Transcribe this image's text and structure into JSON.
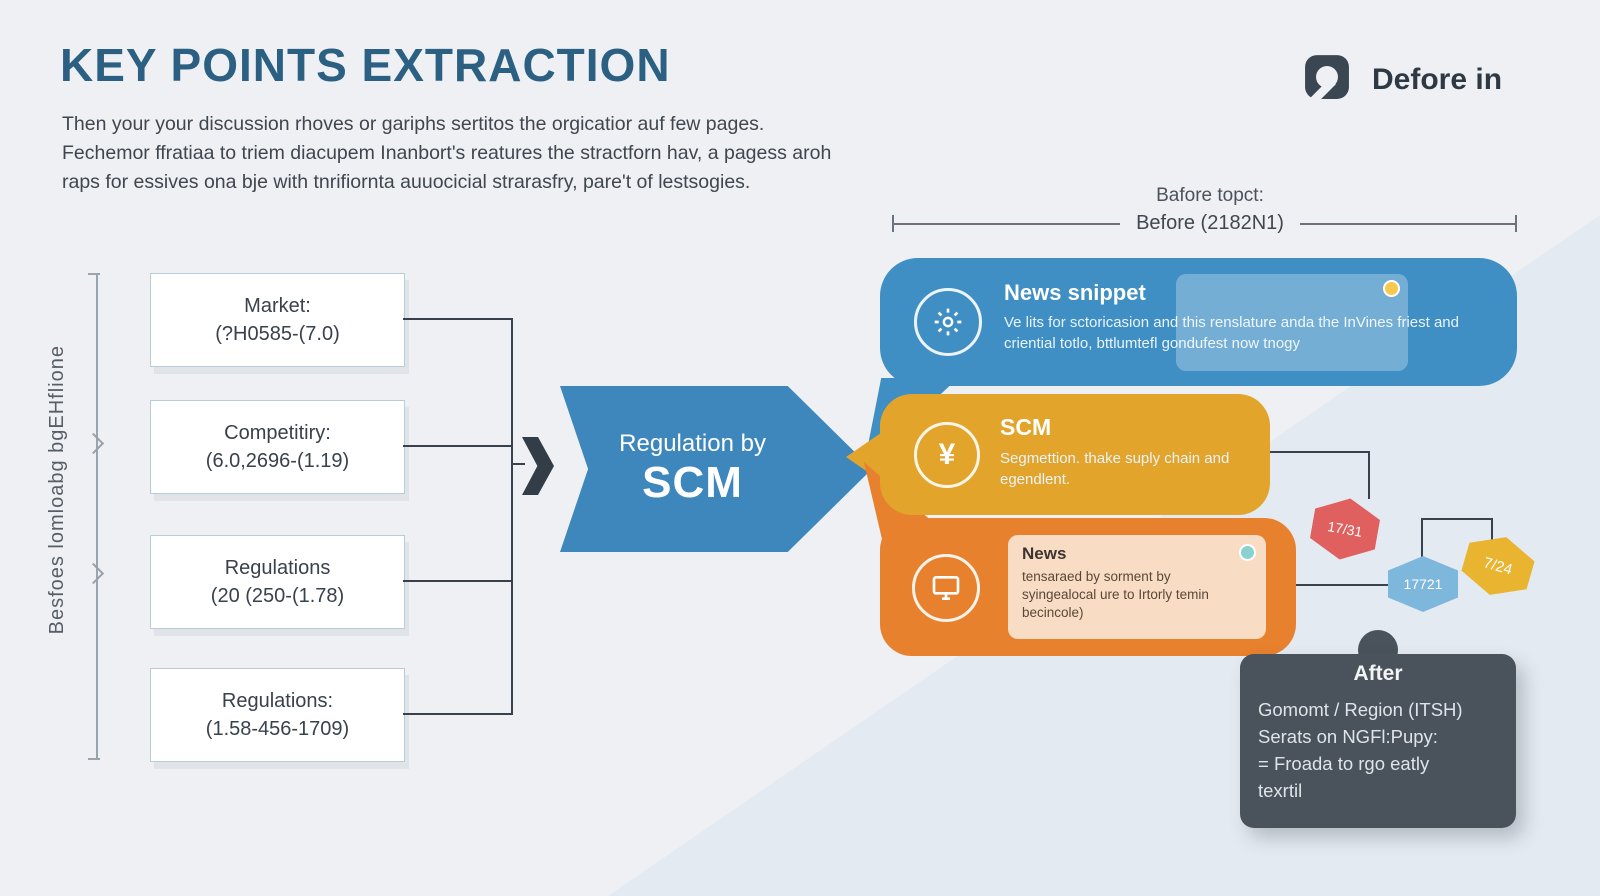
{
  "header": {
    "title": "KEY POINTS EXTRACTION",
    "intro": {
      "line1": "Then your your discussion rhoves or gariphs sertitos the orgicatior auf few pages.",
      "line2": "Fechemor ffratiaa to triem diacupem Inanbort's reatures the stractforn hav, a pagess aroh",
      "line3": "raps for essives ona bje with tnrifiornta auuocicial strarasfry, pare't of lestsogies."
    },
    "logo_text": "Defore in"
  },
  "left_panel": {
    "axis_label": "Besfoes lomloabg bgEHflione",
    "boxes": [
      {
        "title": "Market:",
        "value": "(?H0585-(7.0)"
      },
      {
        "title": "Competitiry:",
        "value": "(6.0,2696-(1.19)"
      },
      {
        "title": "Regulations",
        "value": "(20 (250-(1.78)"
      },
      {
        "title": "Regulations:",
        "value": "(1.58-456-1709)"
      }
    ]
  },
  "center_arrow": {
    "line1": "Regulation by",
    "line2": "SCM"
  },
  "before_label": {
    "line1": "Bafore topct:",
    "line2": "Before (2182N1)"
  },
  "cards": {
    "news_snippet": {
      "title": "News snippet",
      "body": "Ve lits for sctoricasion and this renslature anda the InVines friest and criential totlo, bttlumtefl gondufest now tnogy"
    },
    "scm": {
      "title": "SCM",
      "body": "Segmettion. thake suply chain and egendlent.",
      "icon_glyph": "¥"
    },
    "news": {
      "title": "News",
      "body": "tensaraed by sorment by syingealocal ure to Irtorly temin becincole)"
    }
  },
  "hexagons": [
    {
      "label": "17/31",
      "color": "#e06060"
    },
    {
      "label": "17721",
      "color": "#7db7dc"
    },
    {
      "label": "7/24",
      "color": "#e9b430"
    }
  ],
  "after_card": {
    "title": "After",
    "line1": "Gomomt / Region (ITSH)",
    "line2": "Serats on NGFl:Pupy:",
    "line3": "= Froada to rgo eatly",
    "line4": "texrtil"
  },
  "colors": {
    "title_blue": "#2c6083",
    "arrow_blue": "#3e87bd",
    "card_blue": "#3f8fc4",
    "card_gold": "#e2a42a",
    "card_orange": "#e8812d",
    "after_gray": "#4a525c"
  }
}
